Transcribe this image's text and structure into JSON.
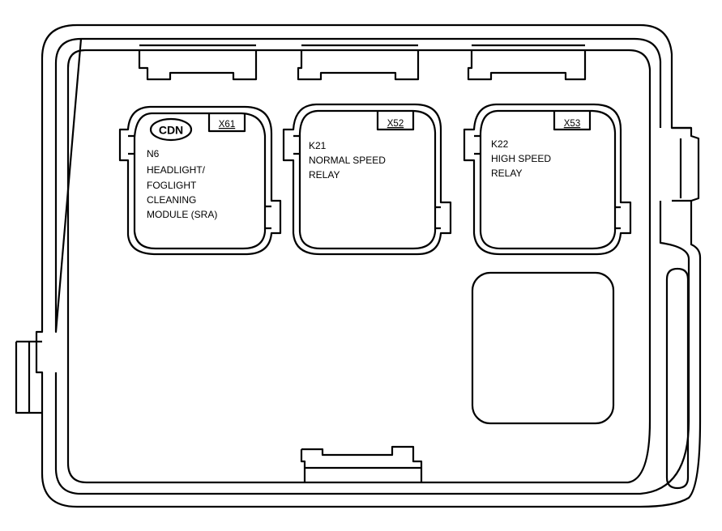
{
  "diagram": {
    "ink_color": "#000000",
    "background": "#ffffff",
    "badge": {
      "text": "CDN"
    },
    "relays": [
      {
        "connector": "X61",
        "lines": [
          "N6",
          "HEADLIGHT/",
          "FOGLIGHT",
          "CLEANING",
          "MODULE (SRA)"
        ]
      },
      {
        "connector": "X52",
        "lines": [
          "K21",
          "NORMAL SPEED",
          "RELAY"
        ]
      },
      {
        "connector": "X53",
        "lines": [
          "K22",
          "HIGH SPEED",
          "RELAY"
        ]
      }
    ]
  }
}
